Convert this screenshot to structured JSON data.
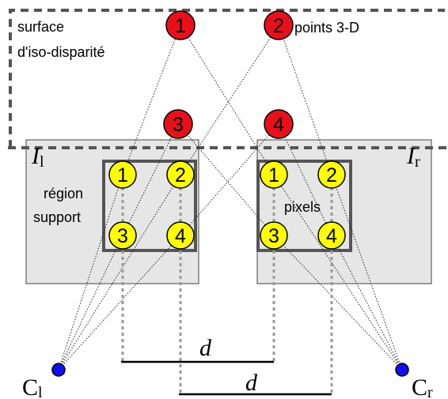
{
  "labels": {
    "surface_line1": "surface",
    "surface_line2": "d'iso-disparité",
    "points_3d": "points 3-D",
    "region_line1": "région",
    "region_line2": "support",
    "pixels": "pixels",
    "image_left_letter": "I",
    "image_left_sub": "l",
    "image_right_letter": "I",
    "image_right_sub": "r",
    "cam_left_letter": "C",
    "cam_left_sub": "l",
    "cam_right_letter": "C",
    "cam_right_sub": "r",
    "disparity_1": "d",
    "disparity_2": "d"
  },
  "points_3d": [
    "1",
    "2",
    "3",
    "4"
  ],
  "pixels_left": [
    "1",
    "2",
    "3",
    "4"
  ],
  "pixels_right": [
    "1",
    "2",
    "3",
    "4"
  ],
  "colors": {
    "point_3d": "#e8101a",
    "pixel": "#ffff00",
    "camera": "#1010ee",
    "image_plane": "#e6e6e6",
    "dashed_surface": "#555555",
    "support_box": "#555555"
  }
}
